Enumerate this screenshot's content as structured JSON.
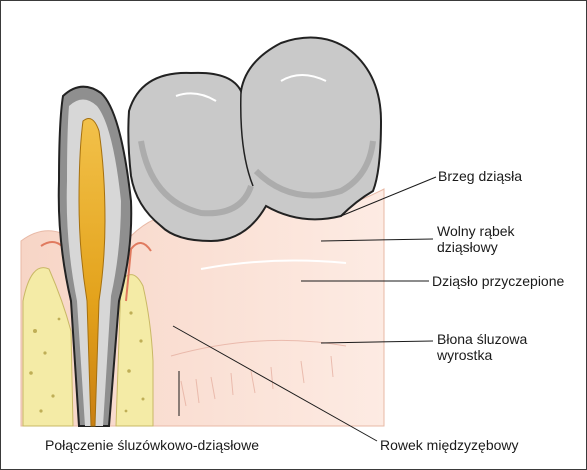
{
  "labels": {
    "gum_margin": "Brzeg dziąsła",
    "free_gingiva_line1": "Wolny rąbek",
    "free_gingiva_line2": "dziąsłowy",
    "attached_gingiva": "Dziąsło przyczepione",
    "alveolar_mucosa_line1": "Błona śluzowa",
    "alveolar_mucosa_line2": "wyrostka",
    "mucogingival_junction": "Połączenie śluzówkowo-dziąsłowe",
    "interdental_groove": "Rowek międzyzębowy"
  },
  "colors": {
    "tooth_crown": "#c9c9c9",
    "tooth_shadow": "#8f8f8f",
    "pulp": "#e3a21b",
    "gingiva": "#fbe1d6",
    "bone": "#f4eba6",
    "outline": "#222222"
  }
}
